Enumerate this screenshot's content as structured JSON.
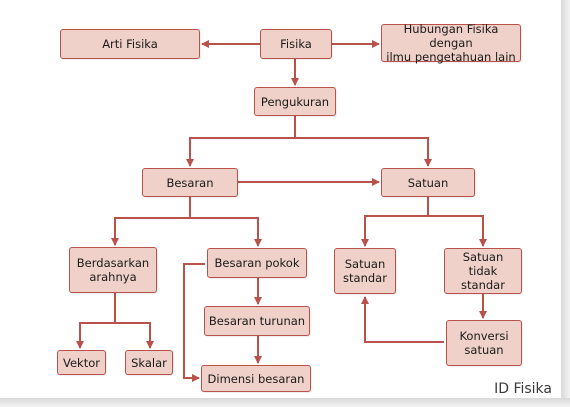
{
  "nodes": {
    "fisika": "Fisika",
    "arti_fisika": "Arti Fisika",
    "hubungan": "Hubungan Fisika dengan\nilmu pengetahuan lain",
    "pengukuran": "Pengukuran",
    "besaran": "Besaran",
    "satuan": "Satuan",
    "berdasarkan_arahnya": "Berdasarkan\narahnya",
    "besaran_pokok": "Besaran pokok",
    "satuan_standar": "Satuan\nstandar",
    "satuan_tidak_standar": "Satuan\ntidak\nstandar",
    "besaran_turunan": "Besaran turunan",
    "vektor": "Vektor",
    "skalar": "Skalar",
    "dimensi_besaran": "Dimensi besaran",
    "konversi_satuan": "Konversi\nsatuan"
  },
  "watermark": "ID Fisika",
  "colors": {
    "node_fill": "#f0d1c9",
    "node_border": "#b8524a",
    "connector": "#b8524a"
  }
}
